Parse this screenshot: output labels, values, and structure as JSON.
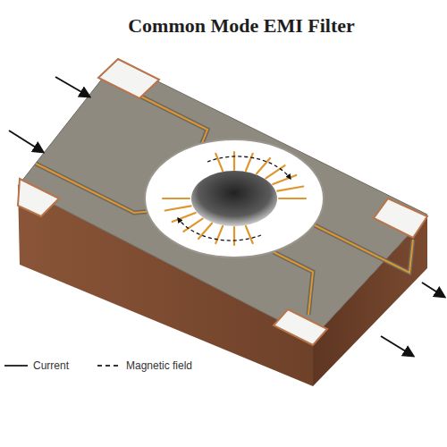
{
  "diagram": {
    "title": "Common Mode EMI Filter",
    "legend": [
      {
        "text": "Current"
      },
      {
        "text": "Magnetic field"
      }
    ]
  }
}
